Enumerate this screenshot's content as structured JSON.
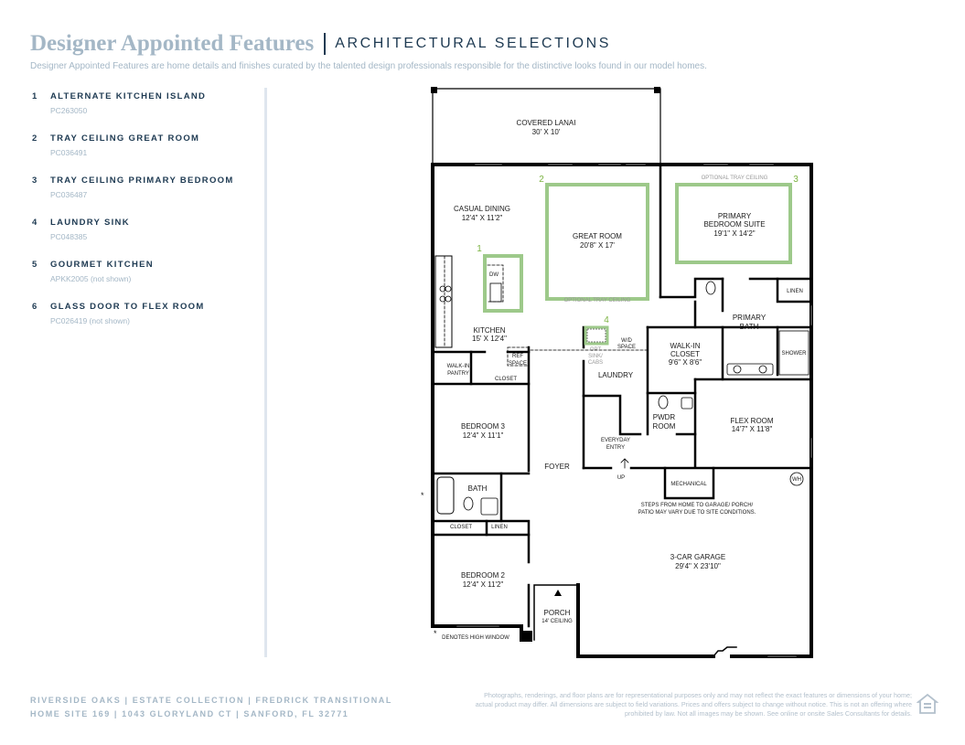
{
  "header": {
    "title": "Designer Appointed Features",
    "section": "ARCHITECTURAL SELECTIONS",
    "description": "Designer Appointed Features are home details and finishes curated by the talented design professionals responsible for the distinctive looks found in our model homes."
  },
  "features": [
    {
      "number": "1",
      "name": "ALTERNATE KITCHEN ISLAND",
      "code": "PC263050"
    },
    {
      "number": "2",
      "name": "TRAY CEILING GREAT ROOM",
      "code": "PC036491"
    },
    {
      "number": "3",
      "name": "TRAY CEILING PRIMARY BEDROOM",
      "code": "PC036487"
    },
    {
      "number": "4",
      "name": "LAUNDRY SINK",
      "code": "PC048385"
    },
    {
      "number": "5",
      "name": "GOURMET KITCHEN",
      "code": "APKK2005 (not shown)"
    },
    {
      "number": "6",
      "name": "GLASS DOOR TO FLEX ROOM",
      "code": "PC026419 (not shown)"
    }
  ],
  "floorplan": {
    "lanai": {
      "name": "COVERED LANAI",
      "dims": "30' X 10'"
    },
    "casual_dining": {
      "name": "CASUAL DINING",
      "dims": "12'4\" X 11'2\""
    },
    "great_room": {
      "name": "GREAT ROOM",
      "dims": "20'8\" X 17'"
    },
    "primary_bedroom": {
      "line1": "PRIMARY",
      "line2": "BEDROOM SUITE",
      "dims": "19'1\" X 14'2\""
    },
    "optional_tray_ceiling": "OPTIONAL TRAY CEILING",
    "kitchen": {
      "name": "KITCHEN",
      "dims": "15' X 12'4\""
    },
    "dw": "DW",
    "ref_space": {
      "line1": "REF",
      "line2": "SPACE"
    },
    "walk_in_pantry": {
      "line1": "WALK-IN",
      "line2": "PANTRY"
    },
    "closet": "CLOSET",
    "linen": "LINEN",
    "primary_bath": {
      "line1": "PRIMARY",
      "line2": "BATH"
    },
    "shower": "SHOWER",
    "wd_space": {
      "line1": "W/D",
      "line2": "SPACE"
    },
    "opt_sink": {
      "line1": "OPT",
      "line2": "SINK/",
      "line3": "CABS"
    },
    "laundry": "LAUNDRY",
    "walk_in_closet": {
      "line1": "WALK-IN",
      "line2": "CLOSET",
      "dims": "9'6\" X 8'6\""
    },
    "pwdr_room": {
      "line1": "PWDR",
      "line2": "ROOM"
    },
    "flex_room": {
      "name": "FLEX ROOM",
      "dims": "14'7\" X 11'8\""
    },
    "bedroom3": {
      "name": "BEDROOM 3",
      "dims": "12'4\" X 11'1\""
    },
    "everyday_entry": {
      "line1": "EVERYDAY",
      "line2": "ENTRY"
    },
    "foyer": "FOYER",
    "up": "UP",
    "mechanical": "MECHANICAL",
    "wh": "WH",
    "bath": "BATH",
    "steps_note": {
      "line1": "STEPS FROM HOME TO GARAGE/ PORCH/",
      "line2": "PATIO MAY VARY DUE TO SITE CONDITIONS."
    },
    "garage": {
      "name": "3-CAR GARAGE",
      "dims": "29'4\" X 23'10\""
    },
    "bedroom2": {
      "name": "BEDROOM 2",
      "dims": "12'4\" X 11'2\""
    },
    "porch": {
      "name": "PORCH",
      "sub": "14' CEILING"
    },
    "high_window_note": "DENOTES HIGH WINDOW",
    "asterisk": "*",
    "callouts": {
      "n1": "1",
      "n2": "2",
      "n3": "3",
      "n4": "4"
    }
  },
  "footer": {
    "line1": "RIVERSIDE OAKS | ESTATE COLLECTION | FREDRICK TRANSITIONAL",
    "line2": "HOME SITE 169 | 1043 GLORYLAND CT | SANFORD, FL 32771",
    "disclaimer": "Photographs, renderings, and floor plans are for representational purposes only and may not reflect the exact features or dimensions of your home; actual product may differ. All dimensions are subject to field variations. Prices and offers subject to change without notice. This is not an offering where prohibited by law. Not all images may be shown. See online or onsite Sales Consultants for details."
  },
  "colors": {
    "navy": "#1e3a52",
    "light_blue": "#a4b7c6",
    "highlight_green": "#9dc98a",
    "callout_green": "#7cb342"
  },
  "icons": [
    "equal-housing-icon"
  ]
}
